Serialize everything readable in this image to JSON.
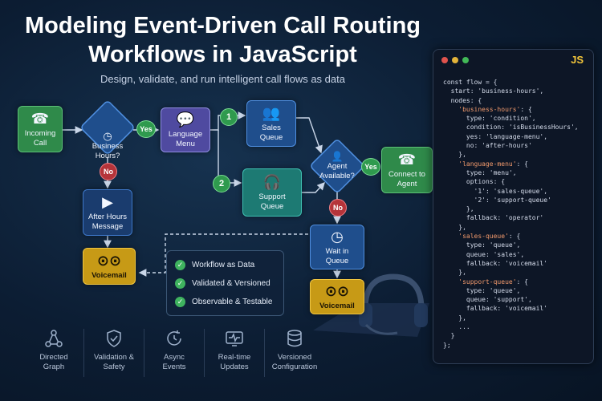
{
  "header": {
    "title_line1": "Modeling Event-Driven Call Routing",
    "title_line2": "Workflows in JavaScript",
    "subtitle": "Design, validate, and run intelligent call flows as data"
  },
  "flow": {
    "incoming_call": "Incoming\nCall",
    "business_hours": "Business\nHours?",
    "language_menu": "Language\nMenu",
    "sales_queue": "Sales\nQueue",
    "support_queue": "Support\nQueue",
    "agent_available": "Agent\nAvailable?",
    "connect_to_agent": "Connect to\nAgent",
    "after_hours_message": "After Hours\nMessage",
    "voicemail_left": "Voicemail",
    "wait_in_queue": "Wait in\nQueue",
    "voicemail_right": "Voicemail",
    "yes_1": "Yes",
    "no_1": "No",
    "yes_2": "Yes",
    "no_2": "No",
    "option_1": "1",
    "option_2": "2"
  },
  "features": [
    "Workflow as Data",
    "Validated & Versioned",
    "Observable & Testable"
  ],
  "code_panel": {
    "badge": "JS",
    "lines": [
      "const flow = {",
      "  start: 'business-hours',",
      "  nodes: {",
      "    'business-hours': {",
      "      type: 'condition',",
      "      condition: 'isBusinessHours',",
      "      yes: 'language-menu',",
      "      no: 'after-hours'",
      "    },",
      "    'language-menu': {",
      "      type: 'menu',",
      "      options: {",
      "        '1': 'sales-queue',",
      "        '2': 'support-queue'",
      "      },",
      "      fallback: 'operator'",
      "    },",
      "    'sales-queue': {",
      "      type: 'queue',",
      "      queue: 'sales',",
      "      fallback: 'voicemail'",
      "    },",
      "    'support-queue': {",
      "      type: 'queue',",
      "      queue: 'support',",
      "      fallback: 'voicemail'",
      "    },",
      "    ...",
      "  }",
      "};"
    ]
  },
  "bottom_features": [
    {
      "label": "Directed\nGraph",
      "icon": "graph-icon"
    },
    {
      "label": "Validation &\nSafety",
      "icon": "shield-check-icon"
    },
    {
      "label": "Async\nEvents",
      "icon": "clock-refresh-icon"
    },
    {
      "label": "Real-time\nUpdates",
      "icon": "pulse-monitor-icon"
    },
    {
      "label": "Versioned\nConfiguration",
      "icon": "database-icon"
    }
  ],
  "colors": {
    "green": "#2f8a4a",
    "blue": "#1f4e8c",
    "purple": "#4f4aa0",
    "teal": "#1d7a73",
    "gold": "#c79a16",
    "yes": "#2f9a4e",
    "no": "#b5343a",
    "js": "#f3c53a"
  }
}
